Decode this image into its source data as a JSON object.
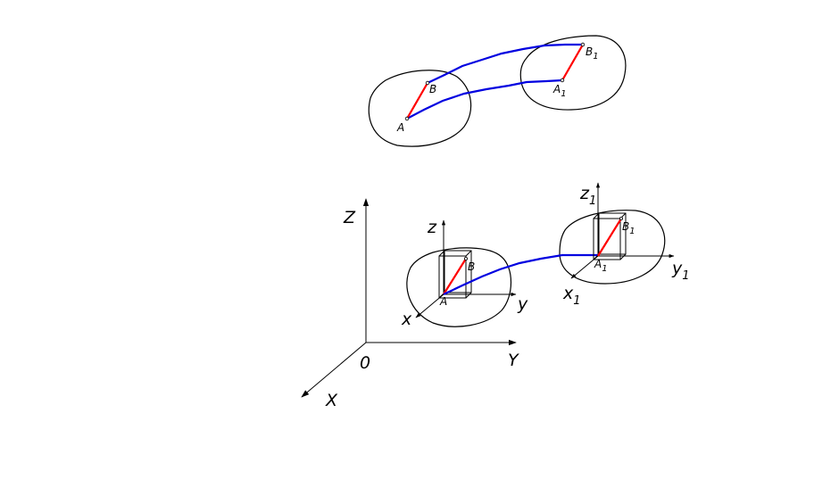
{
  "top_diagram": {
    "point_A": "A",
    "point_B": "B",
    "point_A1": "A",
    "point_A1_sub": "1",
    "point_B1": "B",
    "point_B1_sub": "1"
  },
  "bottom_diagram": {
    "global_axes": {
      "origin": "0",
      "X": "X",
      "Y": "Y",
      "Z": "Z"
    },
    "local_frame_1": {
      "x": "x",
      "y": "y",
      "z": "z",
      "point_A": "A",
      "point_B": "B"
    },
    "local_frame_2": {
      "x": "x",
      "x_sub": "1",
      "y": "y",
      "y_sub": "1",
      "z": "z",
      "z_sub": "1",
      "point_A1": "A",
      "point_A1_sub": "1",
      "point_B1": "B",
      "point_B1_sub": "1"
    }
  },
  "colors": {
    "segment_AB": "#ff0000",
    "trajectory": "#0000e0",
    "outline": "#000000"
  }
}
